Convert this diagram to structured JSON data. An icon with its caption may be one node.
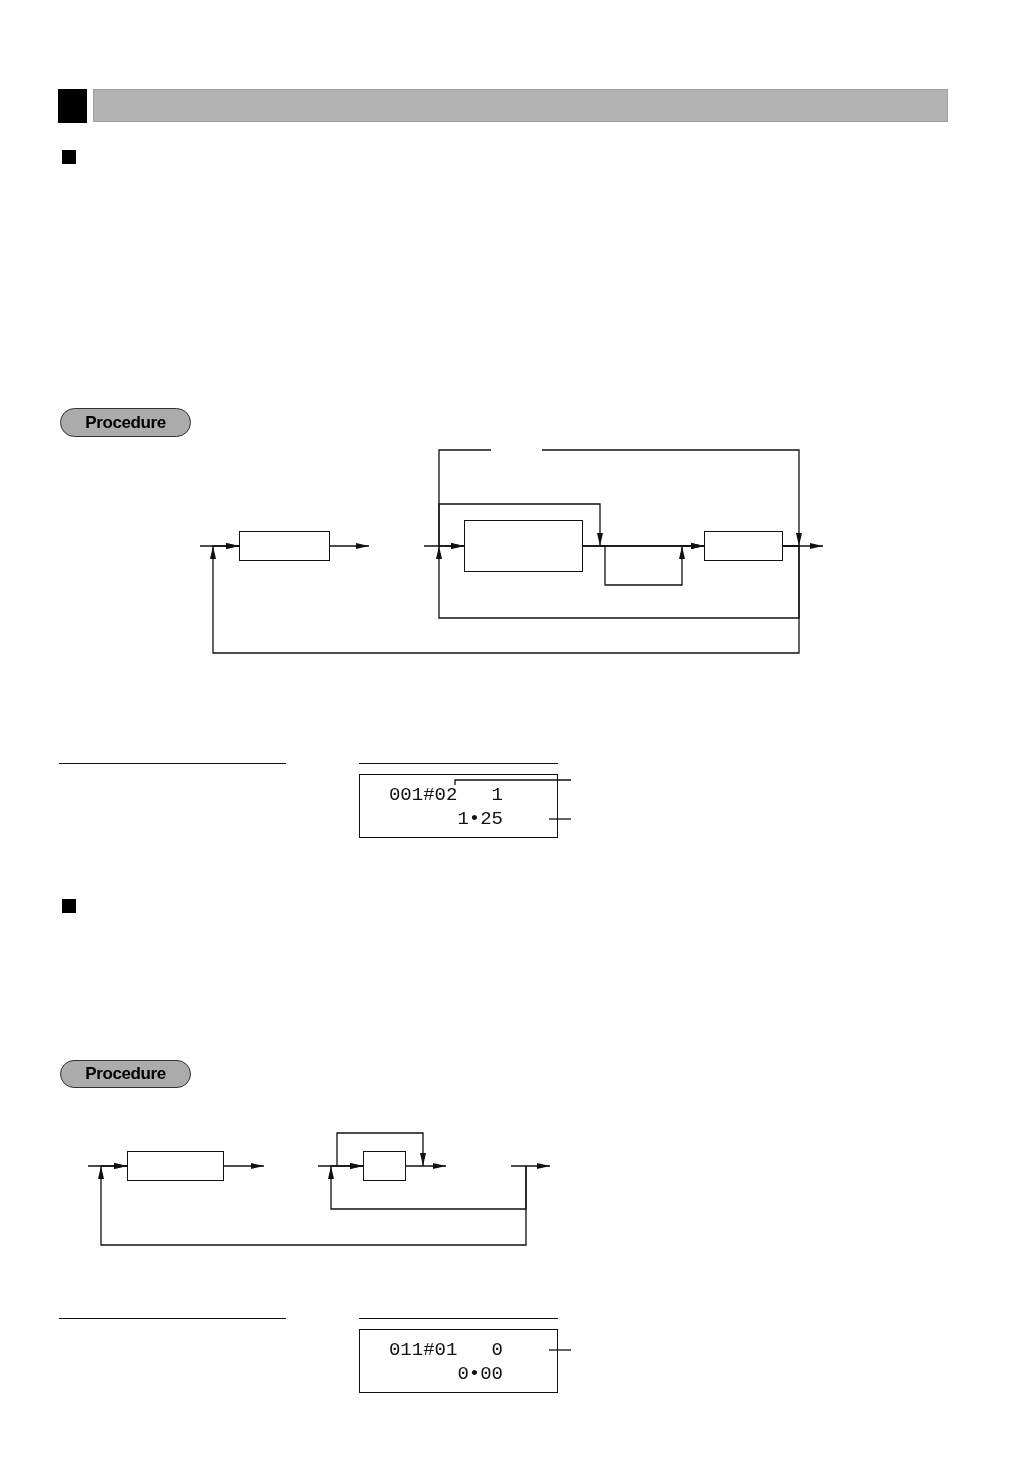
{
  "diagram": {
    "nodes": [
      {
        "text": [
          "Procedure"
        ]
      },
      {
        "text": [],
        "shape": "box"
      },
      {
        "text": [],
        "shape": "box"
      },
      {
        "text": [],
        "shape": "box"
      },
      {
        "text": [
          "001#02   1",
          "1•25"
        ]
      },
      {
        "text": [
          "Procedure"
        ]
      },
      {
        "text": [],
        "shape": "box"
      },
      {
        "text": [],
        "shape": "box"
      },
      {
        "text": [
          "011#01   0",
          "0•00"
        ]
      }
    ],
    "edges": [
      {
        "from": null,
        "to": 1,
        "arrow": "to"
      },
      {
        "from": 1,
        "to": null,
        "arrow": "to"
      },
      {
        "from": null,
        "to": 2,
        "arrow": "to"
      },
      {
        "from": 2,
        "to": 3,
        "arrow": "to"
      },
      {
        "from": 3,
        "to": null,
        "arrow": "to"
      },
      {
        "from": 3,
        "to": 2,
        "arrow": "to"
      },
      {
        "from": 3,
        "to": 1,
        "arrow": "to"
      },
      {
        "from": null,
        "to": 3,
        "arrow": "to"
      },
      {
        "from": 2,
        "to": 3,
        "arrow": "to"
      },
      {
        "from": null,
        "to": 6,
        "arrow": "to"
      },
      {
        "from": 6,
        "to": null,
        "arrow": "to"
      },
      {
        "from": null,
        "to": 7,
        "arrow": "to"
      },
      {
        "from": 7,
        "to": null,
        "arrow": "to"
      },
      {
        "from": null,
        "to": 7,
        "arrow": "to"
      },
      {
        "from": null,
        "to": 6,
        "arrow": "to"
      },
      {
        "from": null,
        "to": 4,
        "arrow": "none"
      },
      {
        "from": null,
        "to": 4,
        "arrow": "none"
      },
      {
        "from": null,
        "to": 8,
        "arrow": "none"
      }
    ]
  }
}
